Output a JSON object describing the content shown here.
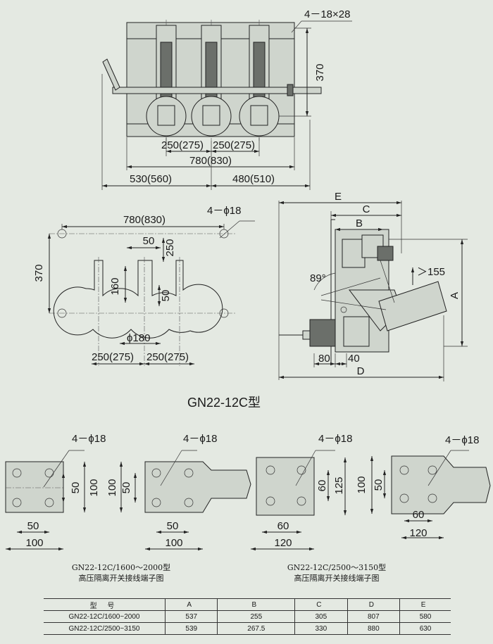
{
  "model_title": "GN22-12C型",
  "top_view": {
    "bolt_holes": "4－18×28",
    "height": "370",
    "pitch_left": "250(275)",
    "pitch_right": "250(275)",
    "overall_width": "780(830)",
    "left_dim": "530(560)",
    "right_dim": "480(510)"
  },
  "plan_view": {
    "width": "780(830)",
    "holes": "4－ϕ18",
    "height": "370",
    "gap": "50",
    "height_250": "250",
    "slot_160": "160",
    "slot_50": "50",
    "diameter": "ϕ180",
    "pitch_left": "250(275)",
    "pitch_right": "250(275)"
  },
  "side_view": {
    "label_e": "E",
    "label_c": "C",
    "label_b": "B",
    "label_a": "A",
    "label_d": "D",
    "angle": "89°",
    "clearance": "＞155",
    "dim_80": "80",
    "dim_40": "40"
  },
  "terminals": {
    "t1600": {
      "holes_left": "4－ϕ18",
      "holes_right": "4－ϕ18",
      "v50_a": "50",
      "v100_a": "100",
      "v100_b": "100",
      "v50_b": "50",
      "h50_a": "50",
      "h100_a": "100",
      "h50_b": "50",
      "h100_b": "100",
      "caption1": "GN22-12C/1600～2000型",
      "caption2": "高压隔离开关接线端子图"
    },
    "t2500": {
      "holes_left": "4－ϕ18",
      "holes_right": "4－ϕ18",
      "v60_a": "60",
      "v125": "125",
      "v100": "100",
      "v50": "50",
      "h60_a": "60",
      "h120_a": "120",
      "h60_b": "60",
      "h120_b": "120",
      "caption1": "GN22-12C/2500～3150型",
      "caption2": "高压隔离开关接线端子图"
    }
  },
  "table": {
    "headers": [
      "型 号",
      "A",
      "B",
      "C",
      "D",
      "E"
    ],
    "rows": [
      [
        "GN22-12C/1600~2000",
        "537",
        "255",
        "305",
        "807",
        "580"
      ],
      [
        "GN22-12C/2500~3150",
        "539",
        "267.5",
        "330",
        "880",
        "630"
      ]
    ]
  }
}
